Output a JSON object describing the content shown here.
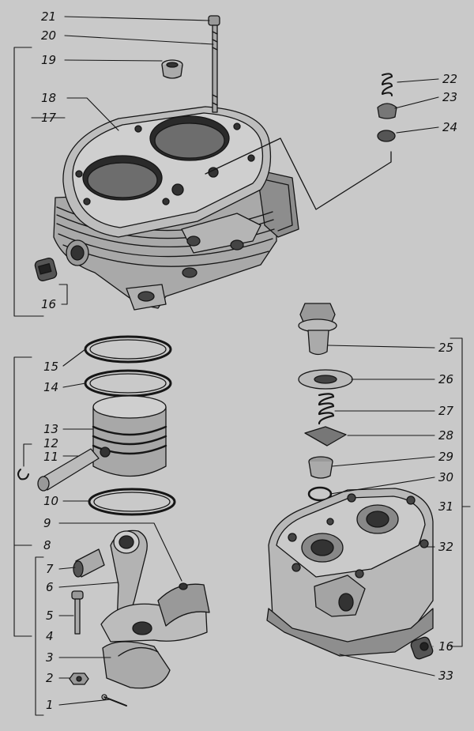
{
  "diagram": {
    "labels": {
      "n1": "1",
      "n2": "2",
      "n3": "3",
      "n4": "4",
      "n5": "5",
      "n6": "6",
      "n7": "7",
      "n8": "8",
      "n9": "9",
      "n10": "10",
      "n11": "11",
      "n12": "12",
      "n13": "13",
      "n14": "14",
      "n15": "15",
      "n16a": "16",
      "n16b": "16",
      "n17": "17",
      "n18": "18",
      "n19": "19",
      "n20": "20",
      "n21": "21",
      "n22": "22",
      "n23": "23",
      "n24": "24",
      "n25": "25",
      "n26": "26",
      "n27": "27",
      "n28": "28",
      "n29": "29",
      "n30": "30",
      "n31": "31",
      "n32": "32",
      "n33": "33"
    },
    "colors": {
      "background": "#c9c9c9",
      "ink": "#161616",
      "shade": "#9a9a9a",
      "dark": "#3a3a3a"
    }
  }
}
